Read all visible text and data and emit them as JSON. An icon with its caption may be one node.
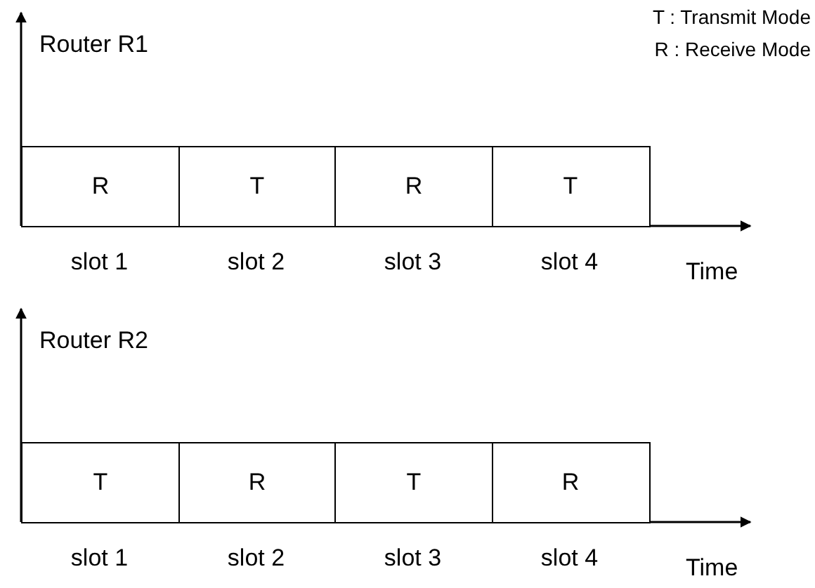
{
  "diagram": {
    "nodes": [
      {
        "text": [
          "R"
        ],
        "beside": [
          "slot 1"
        ]
      },
      {
        "text": [
          "T"
        ],
        "beside": [
          "slot 2"
        ]
      },
      {
        "text": [
          "R"
        ],
        "beside": [
          "slot 3"
        ]
      },
      {
        "text": [
          "T"
        ],
        "beside": [
          "slot 4"
        ]
      },
      {
        "text": [
          "T"
        ],
        "beside": [
          "slot 1"
        ]
      },
      {
        "text": [
          "R"
        ],
        "beside": [
          "slot 2"
        ]
      },
      {
        "text": [
          "T"
        ],
        "beside": [
          "slot 3"
        ]
      },
      {
        "text": [
          "R"
        ],
        "beside": [
          "slot 4"
        ]
      }
    ],
    "labels": [
      "T : Transmit Mode",
      "Router R1",
      "R : Receive Mode",
      "Time",
      "Router R2",
      "Time"
    ]
  }
}
